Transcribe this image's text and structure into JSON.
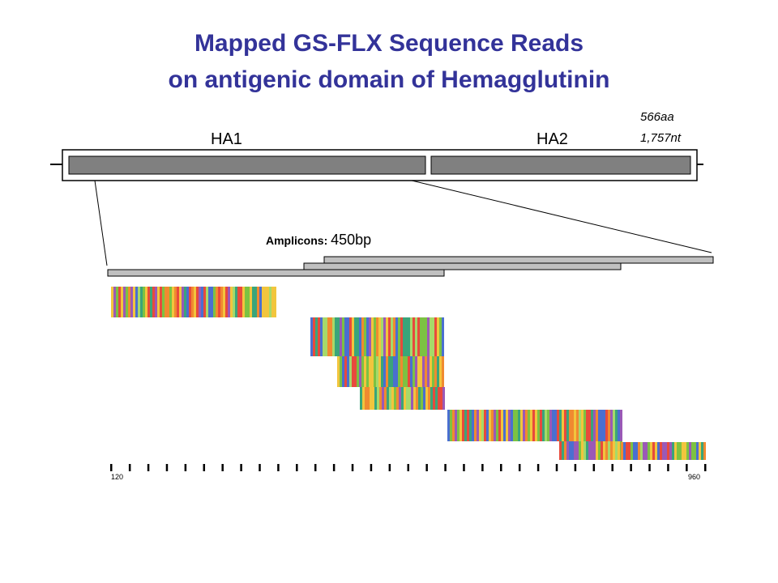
{
  "title": {
    "line1": "Mapped GS-FLX Sequence Reads",
    "line2": "on antigenic domain of Hemagglutinin"
  },
  "protein": {
    "domains": [
      {
        "label": "HA1"
      },
      {
        "label": "HA2"
      }
    ],
    "length_aa": "566aa",
    "length_nt": "1,757nt"
  },
  "amplicons": {
    "label": "Amplicons:",
    "size": "450bp"
  },
  "axis": {
    "start_label": "120",
    "end_label": "960",
    "tick_count": 33
  },
  "colors": {
    "title": "#333399",
    "domain_fill": "#808080",
    "amplicon_fill": "#c0c0c0",
    "read_palette": [
      "#7cc242",
      "#e84a3c",
      "#4a6fd0",
      "#f2c53d",
      "#9b59b6",
      "#3aa57a",
      "#a6d96a",
      "#f08a30"
    ]
  }
}
